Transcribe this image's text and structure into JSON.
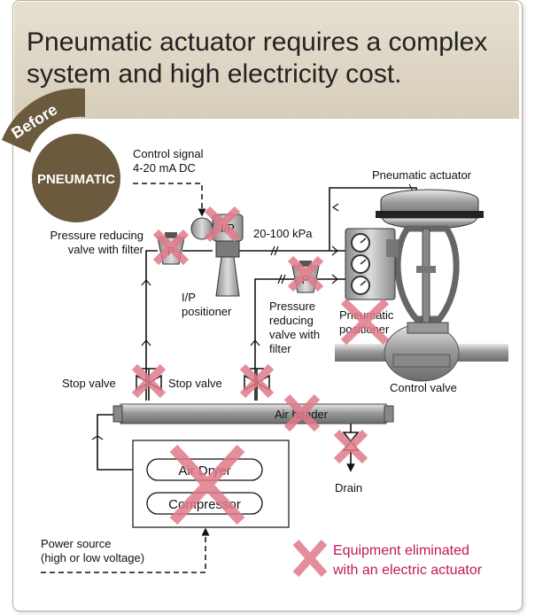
{
  "banner": {
    "line1": "Pneumatic actuator requires a complex",
    "line2": "system and high electricity cost."
  },
  "badge": {
    "before": "Before",
    "pneumatic": "PNEUMATIC"
  },
  "labels": {
    "control_signal_1": "Control signal",
    "control_signal_2": "4-20 mA DC",
    "pneumatic_actuator": "Pneumatic actuator",
    "prv_left_1": "Pressure reducing",
    "prv_left_2": "valve with filter",
    "ip_box": "I/P",
    "p_left": "P",
    "p_right": "P",
    "kpa": "20-100 kPa",
    "ip_positioner_1": "I/P",
    "ip_positioner_2": "positioner",
    "prv_right_1": "Pressure",
    "prv_right_2": "reducing",
    "prv_right_3": "valve with",
    "prv_right_4": "filter",
    "pneumatic_positioner_1": "Pneumatic",
    "pneumatic_positioner_2": "positioner",
    "control_valve": "Control valve",
    "stop_valve_left": "Stop valve",
    "stop_valve_right": "Stop valve",
    "air_header": "Air header",
    "air_dryer": "Air Dryer",
    "compressor": "Compressor",
    "drain": "Drain",
    "power_source_1": "Power source",
    "power_source_2": "(high or low voltage)"
  },
  "legend": {
    "line1": "Equipment eliminated",
    "line2": "with an electric actuator"
  },
  "colors": {
    "eliminated_x": "#e07a8a",
    "legend_text": "#c0195a",
    "badge": "#6b5a3e",
    "banner": "#ddd4c2"
  }
}
